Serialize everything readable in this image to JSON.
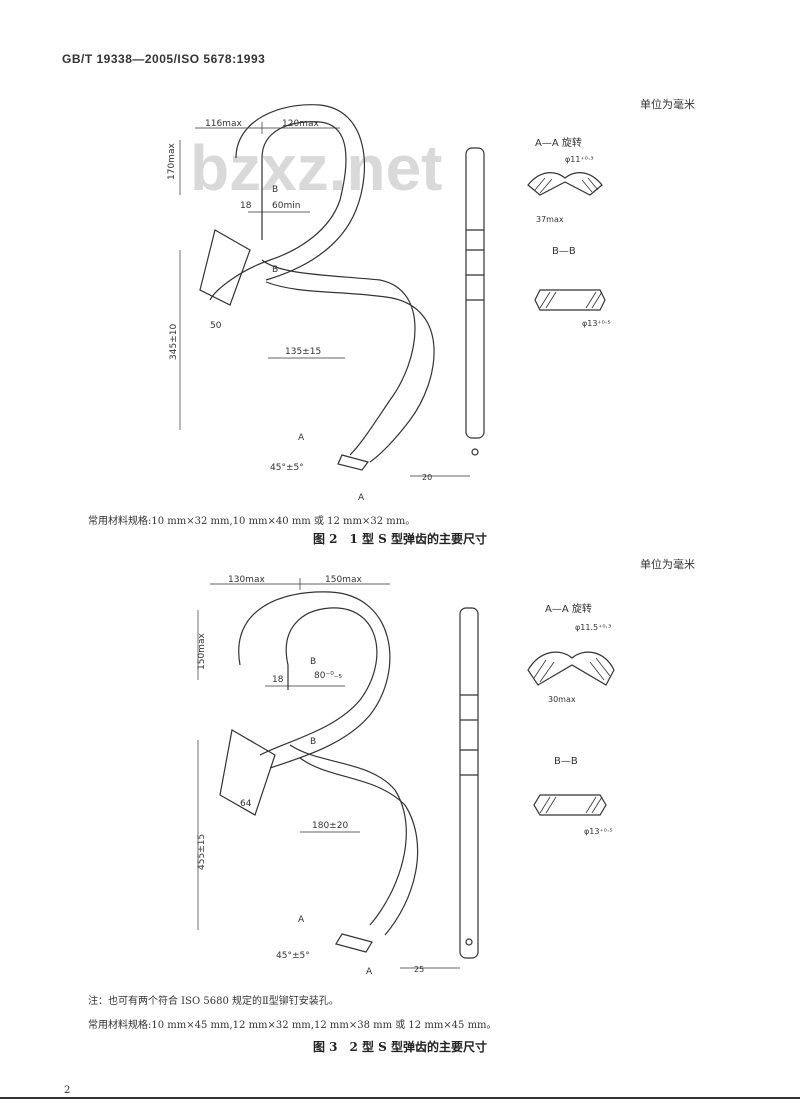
{
  "header": "GB/T 19338—2005/ISO 5678:1993",
  "watermark": "bzxz.net",
  "unit_label_top": "单位为毫米",
  "unit_label_bottom": "单位为毫米",
  "fig2": {
    "dim_top_left": "116max",
    "dim_top_right": "120max",
    "dim_height_top": "170max",
    "dim_18": "18",
    "dim_60": "60min",
    "dim_345": "345±10",
    "dim_135": "135±15",
    "dim_50": "50",
    "angle": "45°±5°",
    "label_A": "A",
    "label_B": "B",
    "section_AA": "A—A 旋转",
    "section_AA_phi": "φ11⁺⁰·³",
    "section_AA_width": "37max",
    "section_BB": "B—B",
    "section_BB_phi": "φ13⁺⁰·⁵",
    "bottom_dim": "20",
    "footnote": "常用材料规格:10 mm×32 mm,10 mm×40 mm 或 12 mm×32 mm。",
    "caption": "图 2　1 型 S 型弹齿的主要尺寸"
  },
  "fig3": {
    "dim_top_left": "130max",
    "dim_top_right": "150max",
    "dim_height_top": "150max",
    "dim_18": "18",
    "dim_80": "80⁻⁰₋₅",
    "dim_455": "455±15",
    "dim_180": "180±20",
    "dim_64": "64",
    "angle": "45°±5°",
    "label_A": "A",
    "label_B": "B",
    "section_AA": "A—A 旋转",
    "section_AA_phi": "φ11.5⁺⁰·³",
    "section_AA_width": "30max",
    "section_BB": "B—B",
    "section_BB_phi": "φ13⁺⁰·⁵",
    "bottom_dim": "25",
    "note": "注：也可有两个符合 ISO 5680 规定的Ⅱ型铆钉安装孔。",
    "footnote": "常用材料规格:10 mm×45 mm,12 mm×32 mm,12 mm×38 mm 或 12 mm×45 mm。",
    "caption": "图 3　2 型 S 型弹齿的主要尺寸"
  },
  "page_number": "2"
}
